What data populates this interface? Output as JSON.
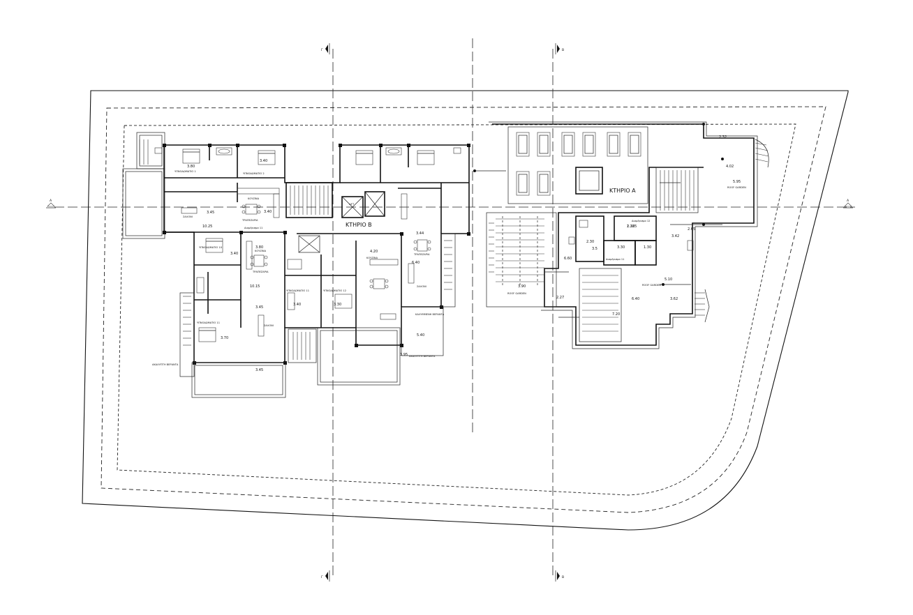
{
  "section_markers": {
    "top_left": "Γ",
    "top_right": "Β",
    "bottom_left": "Γ",
    "bottom_right": "Β",
    "left_axis": "A",
    "right_axis": "A"
  },
  "buildings": {
    "b": "ΚΤΗΡΙΟ Β",
    "a": "ΚΤΗΡΙΟ Α"
  },
  "lift": "LIFT",
  "rooms_b": [
    {
      "label": "ΥΠΝΟΔΩΜΑΤΙΟ 1",
      "dim": "3.80"
    },
    {
      "label": "ΥΠΝΟΔΩΜΑΤΙΟ 2",
      "dim": "3.40"
    },
    {
      "label": "ΚΟΥΖΙΝΑ",
      "dim": "3.40"
    },
    {
      "label": "ΣΑΛΟΝΙ",
      "dim": "3.45"
    },
    {
      "label": "ΤΡΑΠΕΖΑΡΙΑ",
      "dim": "10.25"
    },
    {
      "label": "Διαμέρισμα 11",
      "dim": ""
    },
    {
      "label": "ΥΠΝΟΔΩΜΑΤΙΟ 10",
      "dim": "3.80"
    },
    {
      "label": "ΚΟΥΖΙΝΑ",
      "dim": "3.40"
    },
    {
      "label": "ΤΡΑΠΕΖΑΡΙΑ",
      "dim": "10.15"
    },
    {
      "label": "ΣΑΛΟΝΙ",
      "dim": "3.45"
    },
    {
      "label": "ΥΠΝΟΔΩΜΑΤΙΟ 11",
      "dim": "3.70"
    },
    {
      "label": "ΑΚΑΛΥΠΤΗ ΒΕΡΑΝΤΑ",
      "dim": "3.45"
    },
    {
      "label": "ΚΟΥΖΙΝΑ",
      "dim": "4.20"
    },
    {
      "label": "ΤΡΑΠΕΖΑΡΙΑ",
      "dim": "3.44"
    },
    {
      "label": "ΣΑΛΟΝΙ",
      "dim": "6.40"
    },
    {
      "label": "ΥΠΝΟΔΩΜΑΤΙΟ 11",
      "dim": "3.40"
    },
    {
      "label": "ΥΠΝΟΔΩΜΑΤΙΟ 12",
      "dim": "3.30"
    },
    {
      "label": "ΚΑΛΥΜΜΕΝΗ ΒΕΡΑΝΤΑ",
      "dim": "5.40"
    },
    {
      "label": "ΑΚΑΛΥΠΤΗ ΒΕΡΑΝΤΑ",
      "dim": "3.95"
    }
  ],
  "rooms_a": [
    {
      "label": "ROOF GARDEN",
      "dim": "3.90"
    },
    {
      "label": "ROOF GARDEN",
      "dim": "5.10"
    },
    {
      "label": "ROOF GARDEN",
      "dim": "5.95"
    },
    {
      "label": "Διαμέρισμα 11",
      "dim": "3.30"
    },
    {
      "label": "Διαμέρισμα 12",
      "dim": "2.225"
    }
  ],
  "dims_a": [
    "2.27",
    "2.32",
    "4.02",
    "6.60",
    "7.20",
    "6.40",
    "3.62",
    "3.42",
    "2.65",
    "1.30",
    "1.38",
    "2.30",
    "3.5"
  ]
}
